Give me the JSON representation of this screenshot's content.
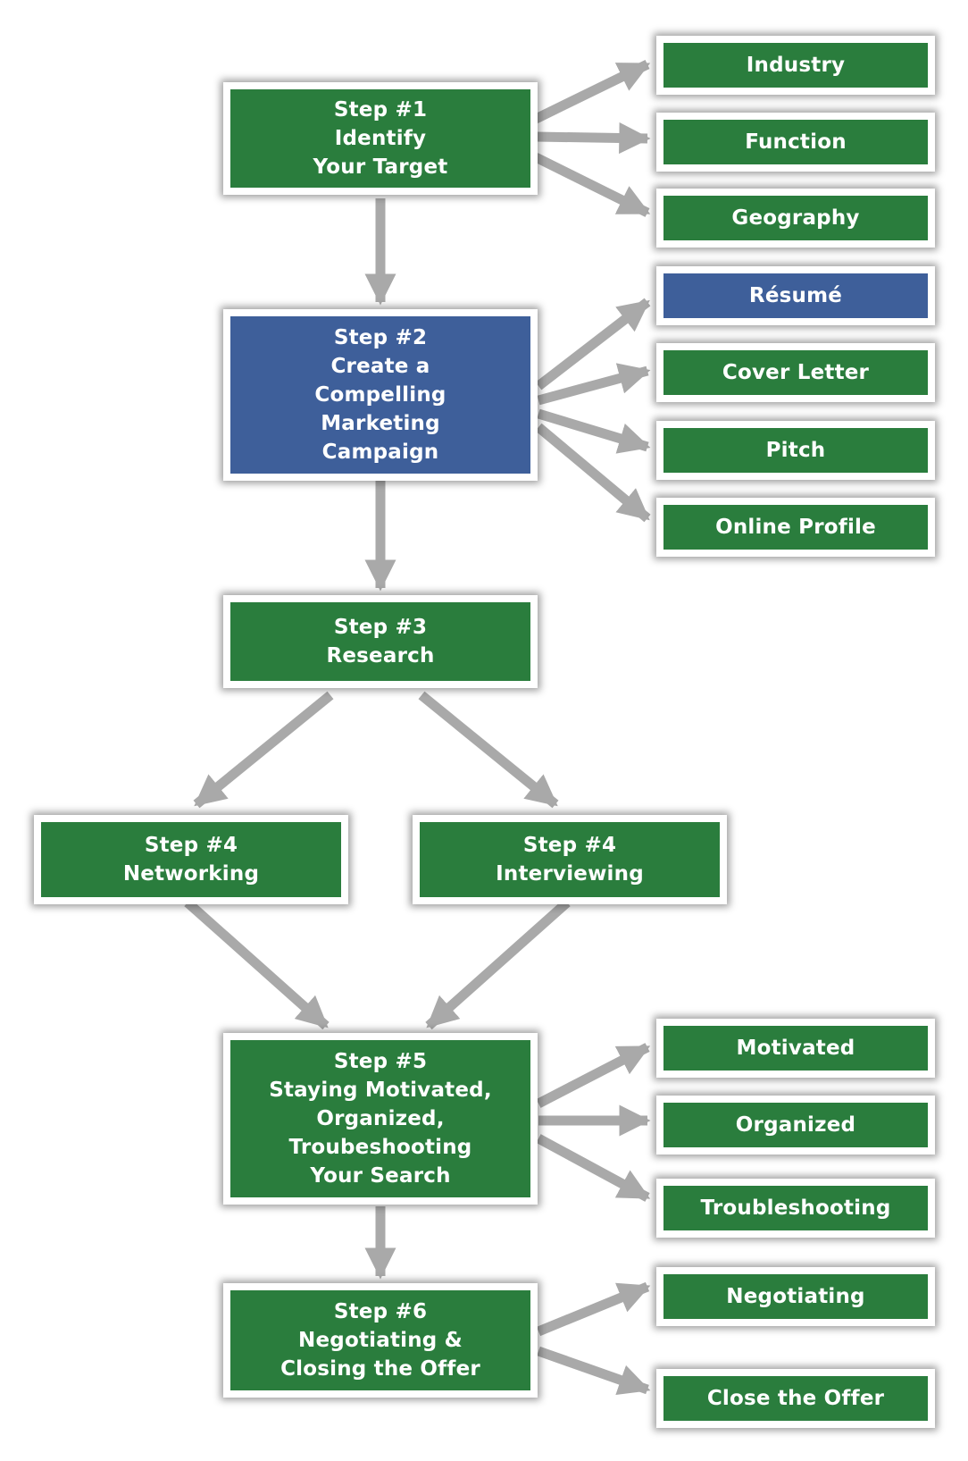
{
  "colors": {
    "step_green": "#2a7d3d",
    "highlight_blue": "#3e5f9a",
    "arrow_gray": "#a9a9a9",
    "box_border": "#ffffff",
    "text": "#ffffff"
  },
  "steps": {
    "step1": [
      "Step #1",
      "Identify",
      "Your Target"
    ],
    "step2": [
      "Step #2",
      "Create a",
      "Compelling",
      "Marketing",
      "Campaign"
    ],
    "step3": [
      "Step #3",
      "Research"
    ],
    "step4a": [
      "Step #4",
      "Networking"
    ],
    "step4b": [
      "Step #4",
      "Interviewing"
    ],
    "step5": [
      "Step #5",
      "Staying Motivated,",
      "Organized,",
      "Troubeshooting",
      "Your Search"
    ],
    "step6": [
      "Step #6",
      "Negotiating &",
      "Closing the Offer"
    ]
  },
  "details": {
    "industry": "Industry",
    "function": "Function",
    "geography": "Geography",
    "resume": "Résumé",
    "cover_letter": "Cover Letter",
    "pitch": "Pitch",
    "online_profile": "Online Profile",
    "motivated": "Motivated",
    "organized": "Organized",
    "troubleshooting": "Troubleshooting",
    "negotiating": "Negotiating",
    "close_offer": "Close the Offer"
  }
}
